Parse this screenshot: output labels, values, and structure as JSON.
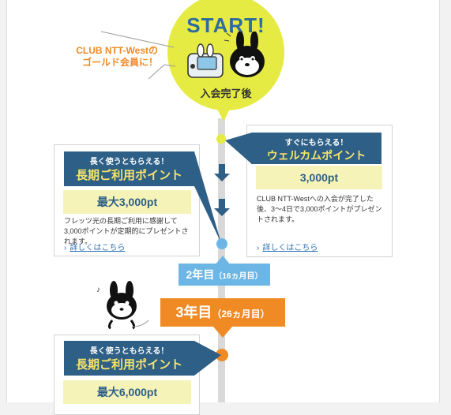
{
  "start": {
    "title": "START!",
    "subtitle": "入会完了後"
  },
  "gold_label": {
    "line1": "CLUB NTT-Westの",
    "line2": "ゴールド会員に！"
  },
  "welcome": {
    "ribbon_small": "すぐにもらえる！",
    "ribbon_large": "ウェルカムポイント",
    "points": "3,000pt",
    "description": "CLUB NTT-Westへの入会が完了した後、3〜4日で3,000ポイントがプレゼントされます。",
    "link": "詳しくはこちら"
  },
  "longterm1": {
    "ribbon_small": "長く使うともらえる！",
    "ribbon_large": "長期ご利用ポイント",
    "points": "最大3,000pt",
    "description": "フレッツ光の長期ご利用に感謝して3,000ポイントが定期的にプレゼントされます。",
    "link": "詳しくはこちら"
  },
  "year2": {
    "label": "2年目",
    "sub": "（16ヵ月目）"
  },
  "year3": {
    "label": "3年目",
    "sub": "（26ヵ月目）"
  },
  "longterm2": {
    "ribbon_small": "長く使うともらえる！",
    "ribbon_large": "長期ご利用ポイント",
    "points": "最大6,000pt"
  },
  "colors": {
    "navy": "#2e5f86",
    "yellow": "#e6eb44",
    "orange": "#f08a24",
    "light_blue": "#6cb6e6"
  }
}
